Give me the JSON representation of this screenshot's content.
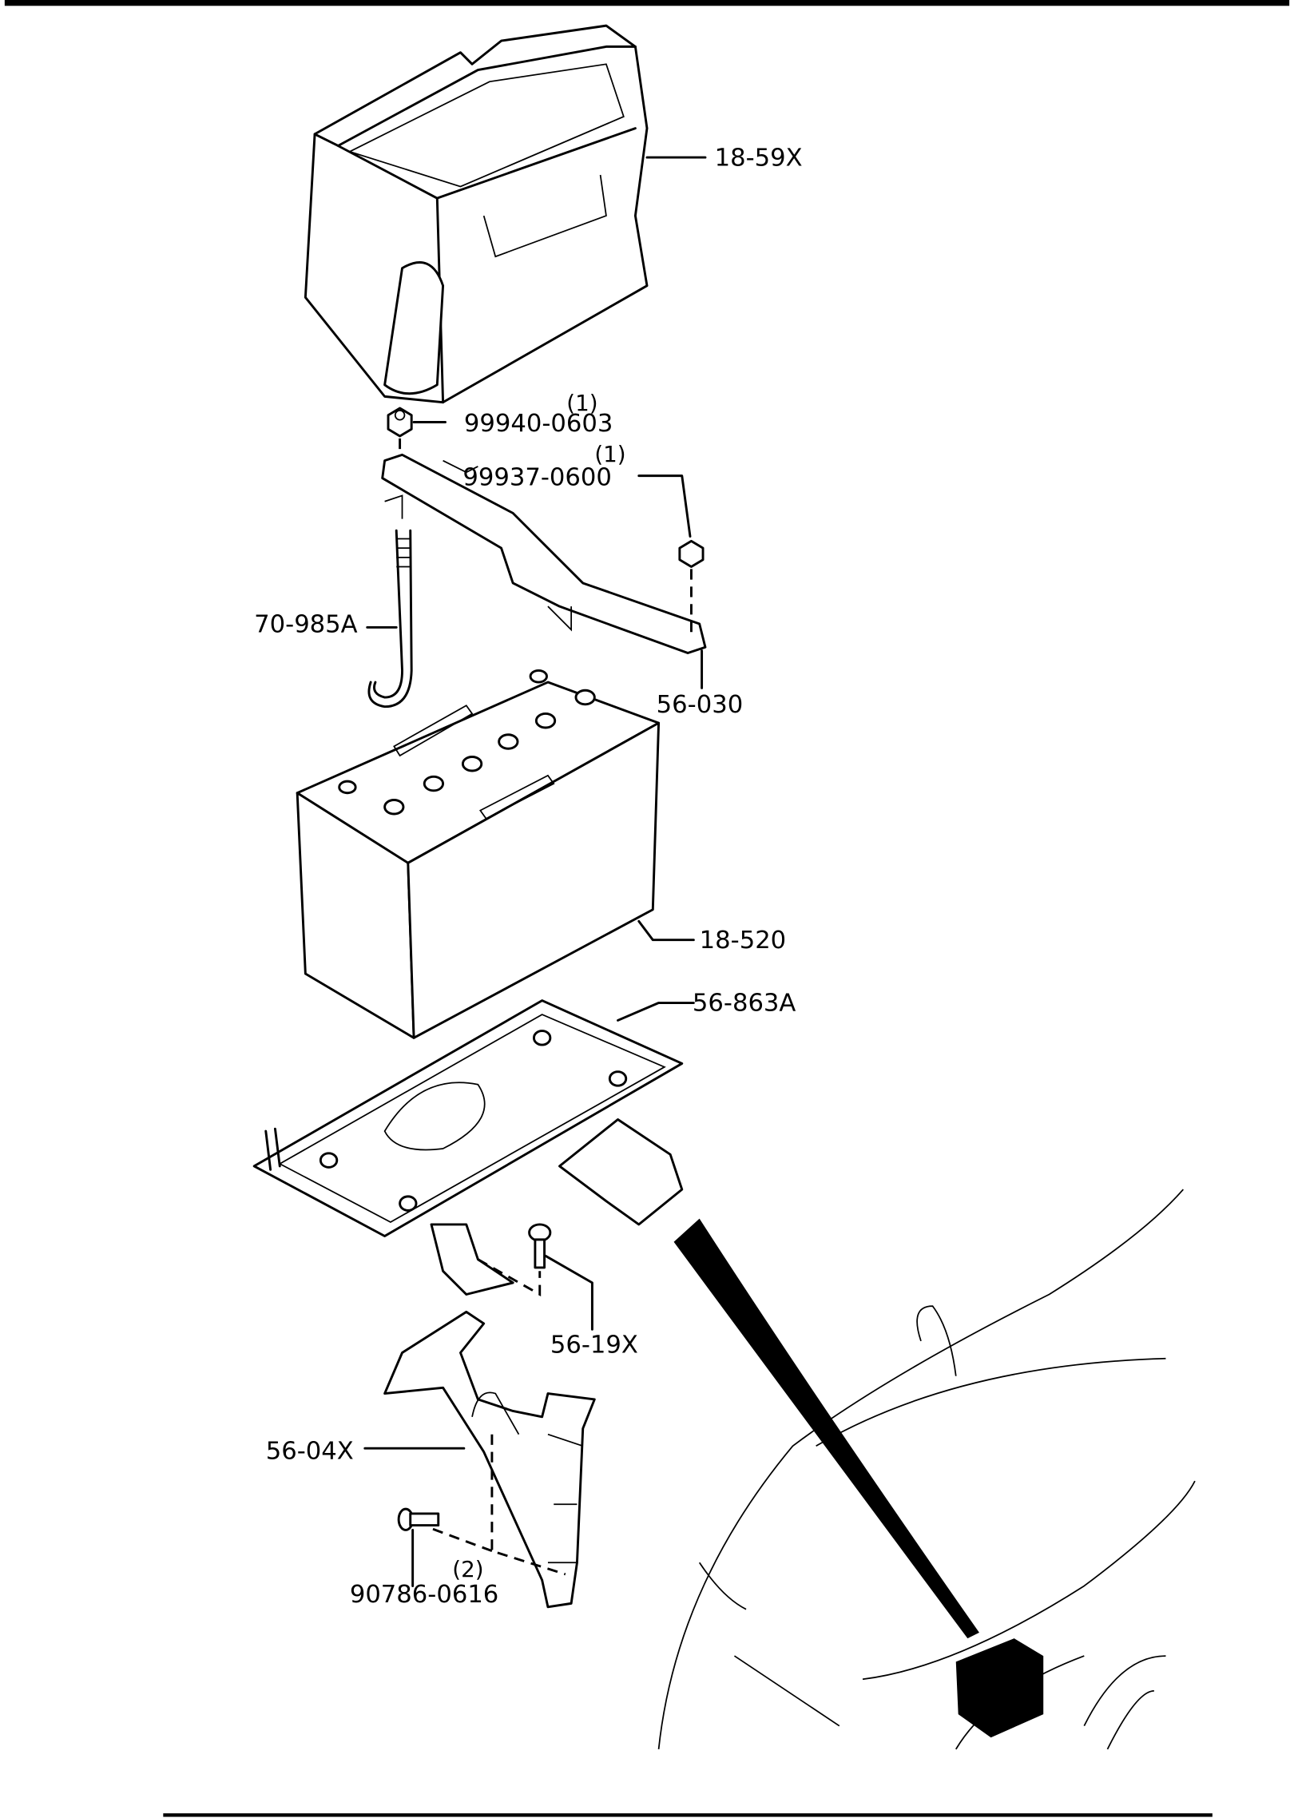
{
  "diagram": {
    "parts": [
      {
        "part_no": "18-59X"
      },
      {
        "part_no": "99940-0603",
        "qty": "(1)"
      },
      {
        "part_no": "99937-0600",
        "qty": "(1)"
      },
      {
        "part_no": "70-985A"
      },
      {
        "part_no": "56-030"
      },
      {
        "part_no": "18-520"
      },
      {
        "part_no": "56-863A"
      },
      {
        "part_no": "56-19X"
      },
      {
        "part_no": "56-04X"
      },
      {
        "part_no": "90786-0616",
        "qty": "(2)"
      }
    ]
  }
}
